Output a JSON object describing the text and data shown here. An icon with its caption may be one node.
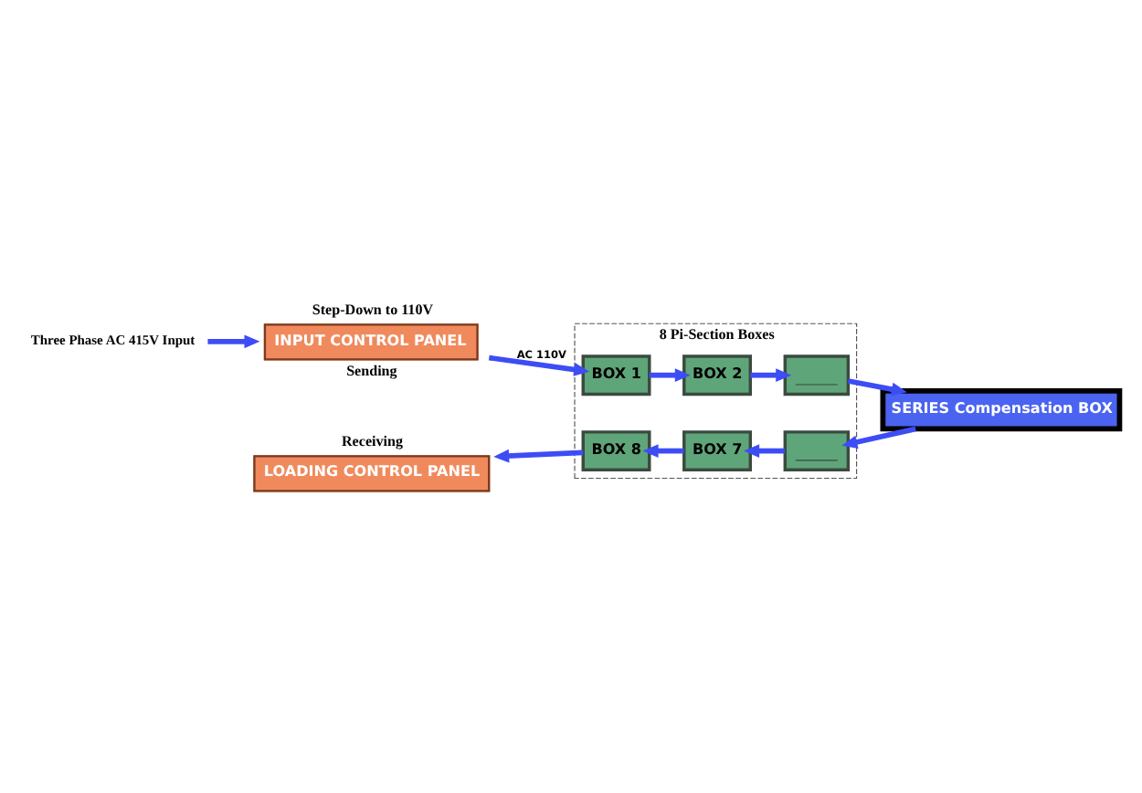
{
  "diagram": {
    "nodes": [
      {
        "text": [
          "Three Phase AC 415V Input"
        ]
      },
      {
        "text": [
          "INPUT CONTROL PANEL"
        ],
        "beside": [
          "Step-Down to 110V",
          "Sending"
        ]
      },
      {
        "text": [
          "8 Pi-Section Boxes"
        ]
      },
      {
        "text": [
          "BOX 1"
        ],
        "in": 2
      },
      {
        "text": [
          "BOX 2"
        ],
        "in": 2
      },
      {
        "text": [],
        "shape": "box",
        "in": 2
      },
      {
        "text": [
          "SERIES Compensation BOX"
        ]
      },
      {
        "text": [],
        "shape": "box",
        "in": 2
      },
      {
        "text": [
          "BOX 7"
        ],
        "in": 2
      },
      {
        "text": [
          "BOX 8"
        ],
        "in": 2
      },
      {
        "text": [
          "LOADING CONTROL PANEL"
        ],
        "beside": [
          "Receiving"
        ]
      }
    ],
    "edges": [
      {
        "from": 0,
        "to": 1,
        "arrow": "to"
      },
      {
        "from": 1,
        "to": 3,
        "arrow": "to",
        "label": "AC 110V"
      },
      {
        "from": 3,
        "to": 4,
        "arrow": "to"
      },
      {
        "from": 4,
        "to": 5,
        "arrow": "to"
      },
      {
        "from": 5,
        "to": 6,
        "arrow": "to"
      },
      {
        "from": 6,
        "to": 7,
        "arrow": "to"
      },
      {
        "from": 7,
        "to": 8,
        "arrow": "to"
      },
      {
        "from": 8,
        "to": 9,
        "arrow": "to"
      },
      {
        "from": 9,
        "to": 10,
        "arrow": "to"
      }
    ]
  }
}
